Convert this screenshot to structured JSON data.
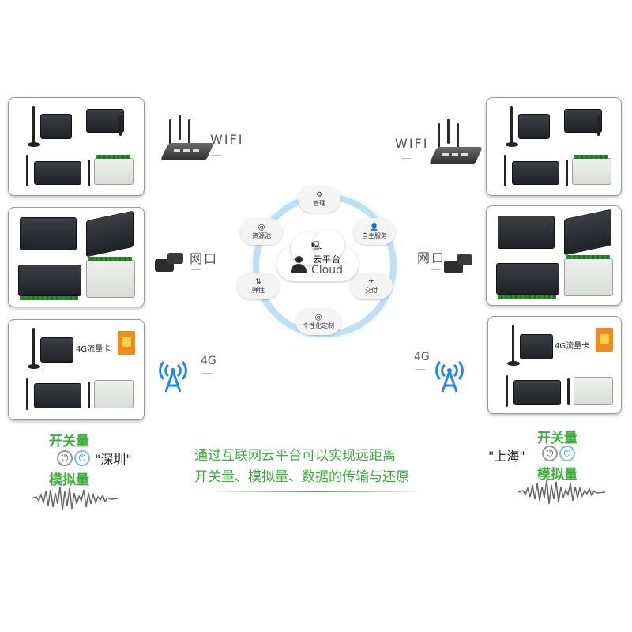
{
  "left": {
    "wifi_label": "WIFI",
    "lan_label": "网口",
    "g4_label": "4G",
    "sim_label": "4G流量卡",
    "switch_label": "开关量",
    "analog_label": "模拟量",
    "city": "\"深圳\""
  },
  "right": {
    "wifi_label": "WIFI",
    "lan_label": "网口",
    "g4_label": "4G",
    "sim_label": "4G流量卡",
    "switch_label": "开关量",
    "analog_label": "模拟量",
    "city": "\"上海\""
  },
  "cloud": {
    "title": "云平台",
    "subtitle": "Cloud",
    "items": [
      "管理",
      "自主服务",
      "交付",
      "个性化定制",
      "弹性",
      "资源池"
    ]
  },
  "caption": {
    "line1": "通过互联网云平台可以实现远距离",
    "line2": "开关量、模拟量、数据的传输与还原"
  },
  "colors": {
    "green": "#3cae3c",
    "ring": "#bfe0f4",
    "wifi_blue": "#1e88e5"
  }
}
